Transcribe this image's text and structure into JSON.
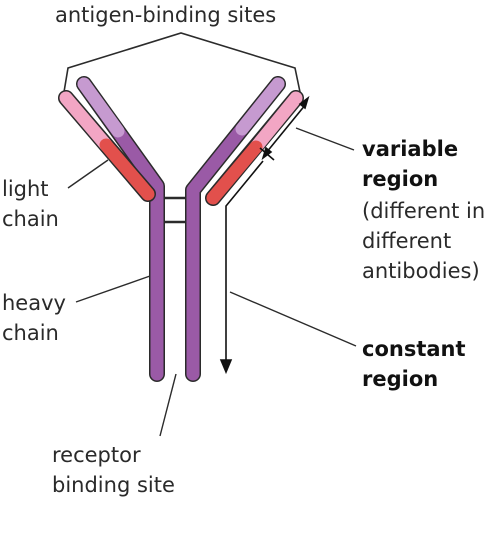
{
  "labels": {
    "antigen_binding_sites": "antigen-binding sites",
    "light_chain": [
      "light",
      "chain"
    ],
    "heavy_chain": [
      "heavy",
      "chain"
    ],
    "variable_region": [
      "variable",
      "region"
    ],
    "variable_note": [
      "(different in",
      "different",
      "antibodies)"
    ],
    "constant_region": [
      "constant",
      "region"
    ],
    "receptor_binding_site": [
      "receptor",
      "binding site"
    ]
  },
  "colors": {
    "heavy_chain": "#9a5aa6",
    "heavy_chain_light_tint": "#c69ad0",
    "light_chain_variable": "#f2a6c4",
    "light_chain_constant": "#e2504c",
    "outline": "#2b2b2b"
  }
}
